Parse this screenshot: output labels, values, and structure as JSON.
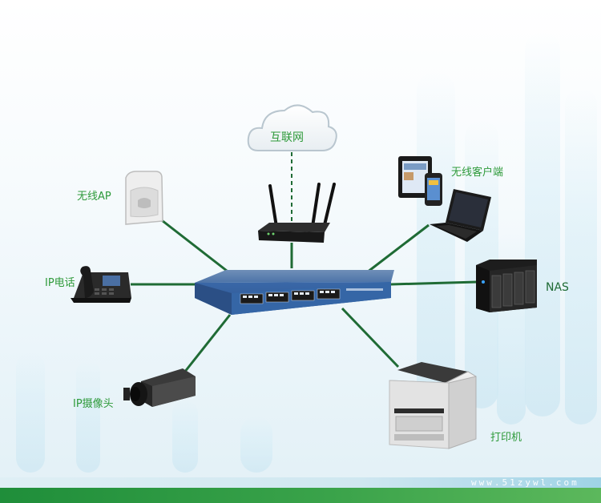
{
  "labels": {
    "cloud": "互联网",
    "wireless_ap": "无线AP",
    "ip_phone": "IP电话",
    "ip_camera": "IP摄像头",
    "wireless_clients": "无线客户端",
    "nas": "NAS",
    "printer": "打印机"
  },
  "watermark": "www.51zywl.com",
  "colors": {
    "link": "#1f6b35",
    "label": "#2e9a3a",
    "switch_body": "#3d6fb0",
    "footer_green": "#2e9a3a"
  }
}
